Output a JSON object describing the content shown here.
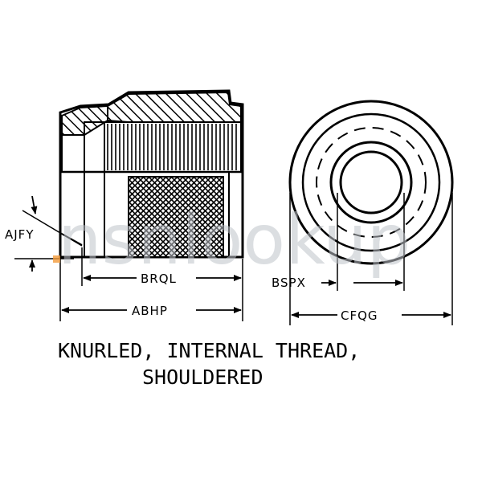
{
  "labels": {
    "ajfy": "AJFY",
    "brql": "BRQL",
    "abhp": "ABHP",
    "bspx": "BSPX",
    "cfqg": "CFQG"
  },
  "caption": {
    "line1": "KNURLED, INTERNAL THREAD,",
    "line2": "SHOULDERED"
  },
  "watermark": "nsnlookup"
}
